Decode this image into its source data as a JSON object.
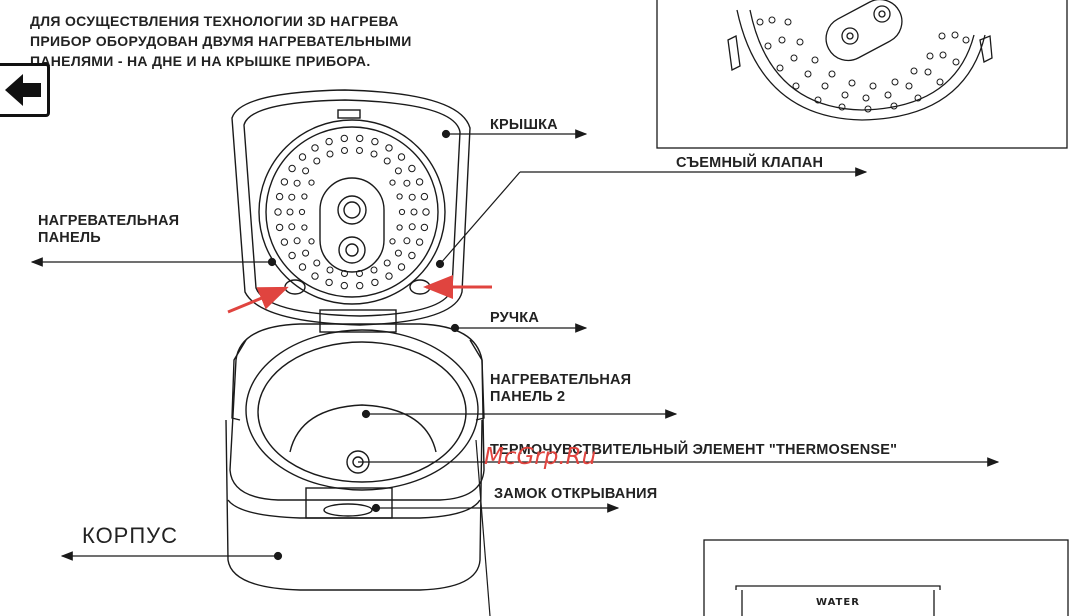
{
  "intro": {
    "line1": "ДЛЯ ОСУЩЕСТВЛЕНИЯ ТЕХНОЛОГИИ 3D НАГРЕВА",
    "line2": "ПРИБОР ОБОРУДОВАН ДВУМЯ НАГРЕВАТЕЛЬНЫМИ",
    "line3": "ПАНЕЛЯМИ -  НА ДНЕ И НА КРЫШКЕ ПРИБОРА."
  },
  "labels": {
    "lid": "КРЫШКА",
    "valve": "СЪЕМНЫЙ КЛАПАН",
    "heating_panel_line1": "НАГРЕВАТЕЛЬНАЯ",
    "heating_panel_line2": "ПАНЕЛЬ",
    "handle": "РУЧКА",
    "heating_panel2_line1": "НАГРЕВАТЕЛЬНАЯ",
    "heating_panel2_line2": "ПАНЕЛЬ 2",
    "thermo": "ТЕРМОЧУВСТВИТЕЛЬНЫЙ ЭЛЕМЕНТ \"THERMOSENSE\"",
    "lock": "ЗАМОК ОТКРЫВАНИЯ",
    "body": "КОРПУС",
    "water": "WATER"
  },
  "watermark": "McGrp.Ru",
  "icons": {
    "back": "arrow-left-icon"
  },
  "colors": {
    "line": "#1a1a1a",
    "highlight_arrow": "#e0443f",
    "watermark": "#e0443f"
  }
}
